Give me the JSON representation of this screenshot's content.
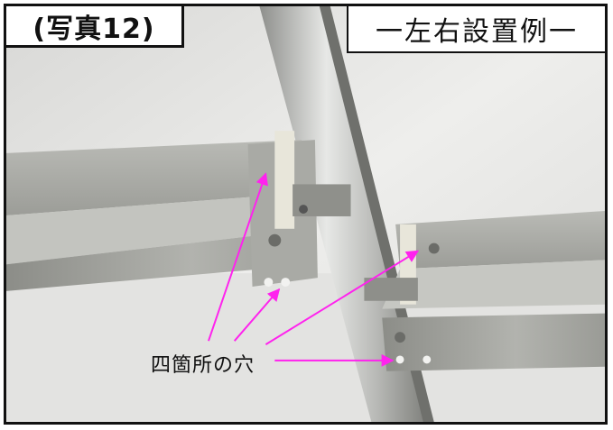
{
  "labels": {
    "photo_number": "(写真12)",
    "title": "一左右設置例一",
    "annotation": "四箇所の穴"
  },
  "colors": {
    "arrow": "#ff22ee",
    "frame": "#111111"
  }
}
